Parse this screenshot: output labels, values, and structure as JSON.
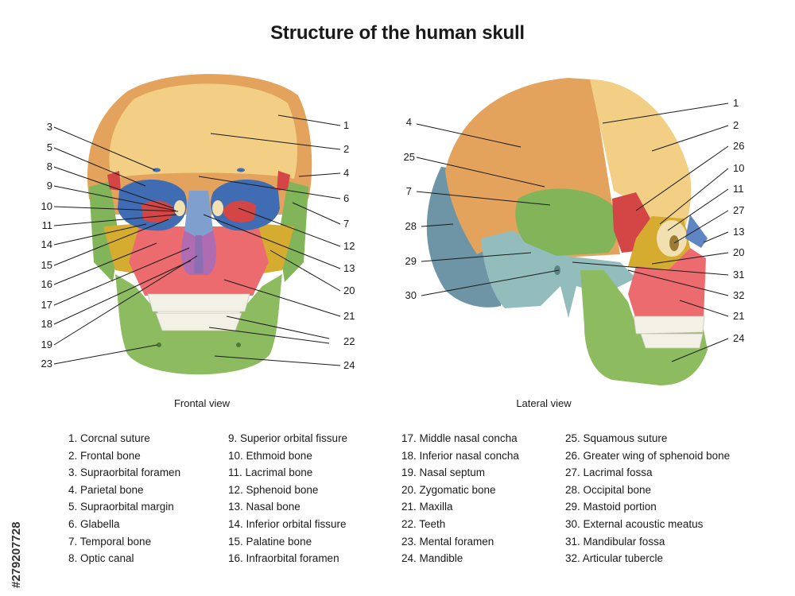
{
  "title": "Structure of the human skull",
  "views": {
    "frontal": "Frontal view",
    "lateral": "Lateral view"
  },
  "side_code": "#279207728",
  "frontal_callouts": {
    "left": [
      "3",
      "5",
      "8",
      "9",
      "10",
      "11",
      "14",
      "15",
      "16",
      "17",
      "18",
      "19",
      "23"
    ],
    "right": [
      "1",
      "2",
      "4",
      "6",
      "7",
      "12",
      "13",
      "20",
      "21",
      "22",
      "24"
    ]
  },
  "lateral_callouts": {
    "left": [
      "4",
      "25",
      "7",
      "28",
      "29",
      "30"
    ],
    "right": [
      "1",
      "2",
      "26",
      "10",
      "11",
      "27",
      "13",
      "20",
      "31",
      "32",
      "21",
      "24"
    ]
  },
  "legend": [
    [
      "1. Corcnal suture",
      "2. Frontal bone",
      "3. Supraorbital foramen",
      "4. Parietal bone",
      "5. Supraorbital margin",
      "6. Glabella",
      "7. Temporal bone",
      "8. Optic canal"
    ],
    [
      "9. Superior orbital fissure",
      "10. Ethmoid bone",
      "11. Lacrimal bone",
      "12. Sphenoid bone",
      "13. Nasal bone",
      "14. Inferior orbital fissure",
      "15. Palatine bone",
      "16. Infraorbital foramen"
    ],
    [
      "17. Middle nasal concha",
      "18. Inferior nasal concha",
      "19. Nasal septum",
      "20. Zygomatic bone",
      "21. Maxilla",
      "22. Teeth",
      "23. Mental foramen",
      "24. Mandible"
    ],
    [
      "25. Squamous suture",
      "26. Greater wing of sphenoid bone",
      "27. Lacrimal fossa",
      "28. Occipital bone",
      "29. Mastoid portion",
      "30. External acoustic meatus",
      "31. Mandibular fossa",
      "32. Articular tubercle"
    ]
  ],
  "colors": {
    "frontal_bone": "#f2cf84",
    "parietal_bone": "#e4a35d",
    "temporal_bone": "#82b45a",
    "orbit": "#3f6cb3",
    "sphenoid": "#d44545",
    "zygomatic": "#d5ac2f",
    "maxilla": "#eb6b6f",
    "mandible": "#8dbb5f",
    "nasal": "#7f9fcf",
    "septum": "#8b6fb2",
    "occipital": "#6e95a6",
    "mastoid": "#93bdbd",
    "teeth": "#f3f0e6"
  }
}
